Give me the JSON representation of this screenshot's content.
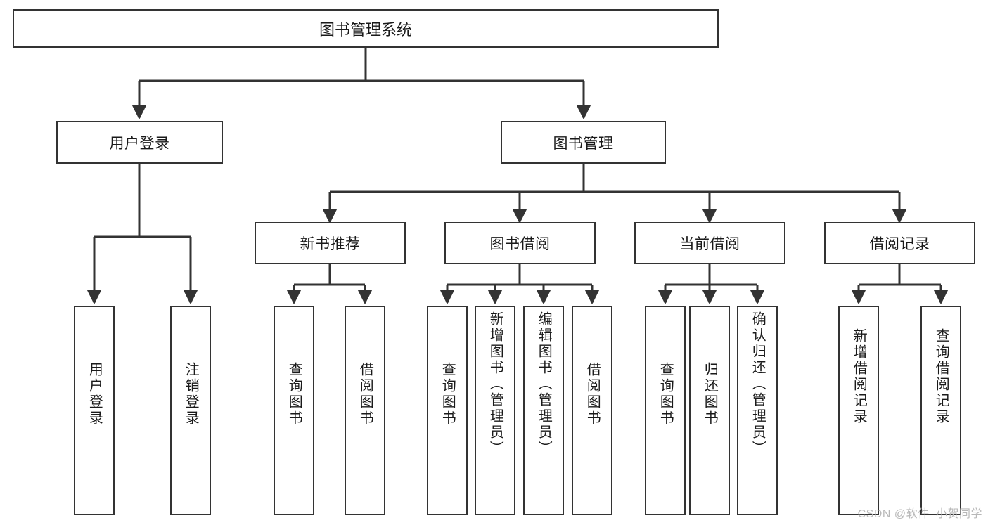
{
  "diagram": {
    "title": "图书管理系统",
    "type": "tree",
    "orientation": "top-down",
    "watermark": "CSDN @软件_小贺同学",
    "colors": {
      "stroke": "#333333",
      "fill": "#ffffff",
      "text": "#1a1a1a",
      "watermark": "#b8b8b8"
    }
  },
  "nodes": {
    "root": {
      "label": "图书管理系统",
      "level": 0
    },
    "login": {
      "label": "用户登录",
      "level": 1
    },
    "book_mgmt": {
      "label": "图书管理",
      "level": 1
    },
    "new_book_rec": {
      "label": "新书推荐",
      "level": 2
    },
    "book_borrow": {
      "label": "图书借阅",
      "level": 2
    },
    "current_borrow": {
      "label": "当前借阅",
      "level": 2
    },
    "borrow_record": {
      "label": "借阅记录",
      "level": 2
    },
    "leaf_user_login": {
      "label": "用户登录",
      "level": 3
    },
    "leaf_logout": {
      "label": "注销登录",
      "level": 3
    },
    "leaf_query_book_1": {
      "label": "查询图书",
      "level": 3
    },
    "leaf_borrow_book_1": {
      "label": "借阅图书",
      "level": 3
    },
    "leaf_query_book_2": {
      "label": "查询图书",
      "level": 3
    },
    "leaf_add_book": {
      "label": "新增图书（管理员）",
      "level": 3
    },
    "leaf_edit_book": {
      "label": "编辑图书（管理员）",
      "level": 3
    },
    "leaf_borrow_book_2": {
      "label": "借阅图书",
      "level": 3
    },
    "leaf_query_book_3": {
      "label": "查询图书",
      "level": 3
    },
    "leaf_return_book": {
      "label": "归还图书",
      "level": 3
    },
    "leaf_confirm_return": {
      "label": "确认归还（管理员）",
      "level": 3
    },
    "leaf_add_record": {
      "label": "新增借阅记录",
      "level": 3
    },
    "leaf_query_record": {
      "label": "查询借阅记录",
      "level": 3
    }
  },
  "edges": [
    {
      "from": "root",
      "to": "login"
    },
    {
      "from": "root",
      "to": "book_mgmt"
    },
    {
      "from": "login",
      "to": "leaf_user_login"
    },
    {
      "from": "login",
      "to": "leaf_logout"
    },
    {
      "from": "book_mgmt",
      "to": "new_book_rec"
    },
    {
      "from": "book_mgmt",
      "to": "book_borrow"
    },
    {
      "from": "book_mgmt",
      "to": "current_borrow"
    },
    {
      "from": "book_mgmt",
      "to": "borrow_record"
    },
    {
      "from": "new_book_rec",
      "to": "leaf_query_book_1"
    },
    {
      "from": "new_book_rec",
      "to": "leaf_borrow_book_1"
    },
    {
      "from": "book_borrow",
      "to": "leaf_query_book_2"
    },
    {
      "from": "book_borrow",
      "to": "leaf_add_book"
    },
    {
      "from": "book_borrow",
      "to": "leaf_edit_book"
    },
    {
      "from": "book_borrow",
      "to": "leaf_borrow_book_2"
    },
    {
      "from": "current_borrow",
      "to": "leaf_query_book_3"
    },
    {
      "from": "current_borrow",
      "to": "leaf_return_book"
    },
    {
      "from": "current_borrow",
      "to": "leaf_confirm_return"
    },
    {
      "from": "borrow_record",
      "to": "leaf_add_record"
    },
    {
      "from": "borrow_record",
      "to": "leaf_query_record"
    }
  ]
}
